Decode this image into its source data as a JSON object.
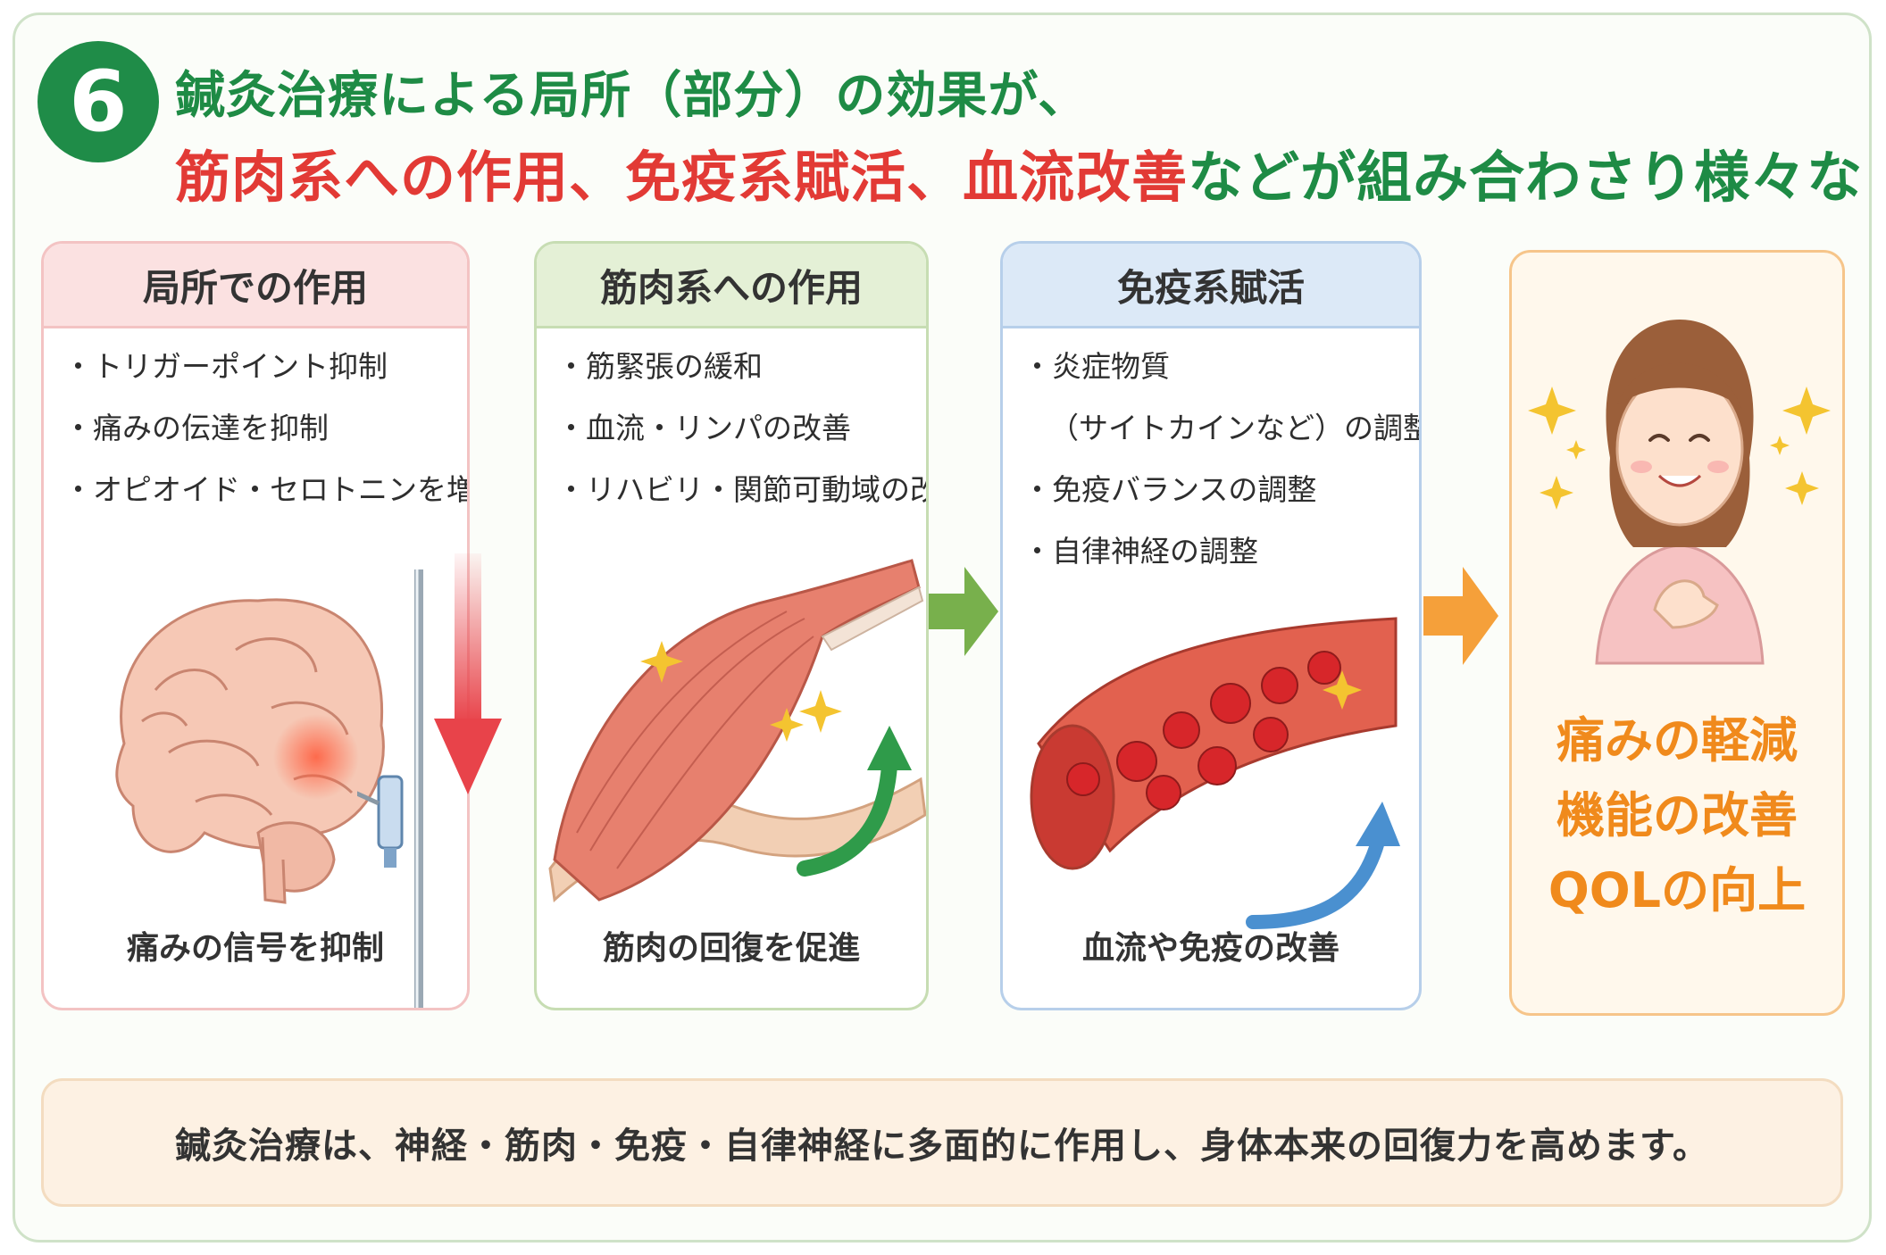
{
  "header": {
    "number": "6",
    "line1": "鍼灸治療による局所（部分）の効果が、",
    "line2": {
      "muscle": "筋肉系への作用",
      "sep1": "、",
      "immune": "免疫系賦活",
      "sep2": "、",
      "blood": "血流改善",
      "rest": "などが組み合わさり様々な"
    }
  },
  "cards": [
    {
      "title": "局所での作用",
      "bullets": [
        "・トリガーポイント抑制",
        "・痛みの伝達を抑制",
        "・オピオイド・セロトニンを増加"
      ],
      "caption": "痛みの信号を抑制"
    },
    {
      "title": "筋肉系への作用",
      "bullets": [
        "・筋緊張の緩和",
        "・血流・リンパの改善",
        "・リハビリ・関節可動域の改善"
      ],
      "caption": "筋肉の回復を促進"
    },
    {
      "title": "免疫系賦活",
      "bullets": [
        "・炎症物質",
        "（サイトカインなど）の調整",
        "・免疫バランスの調整",
        "・自律神経の調整"
      ],
      "caption": "血流や免疫の改善"
    }
  ],
  "result": {
    "lines": [
      "痛みの軽減",
      "機能の改善",
      "QOLの向上"
    ]
  },
  "summary": "鍼灸治療は、神経・筋肉・免疫・自律神経に多面的に作用し、身体本来の回復力を高めます。",
  "colors": {
    "green": "#1e8b45",
    "red": "#e23a35",
    "orange": "#f08a1c"
  }
}
